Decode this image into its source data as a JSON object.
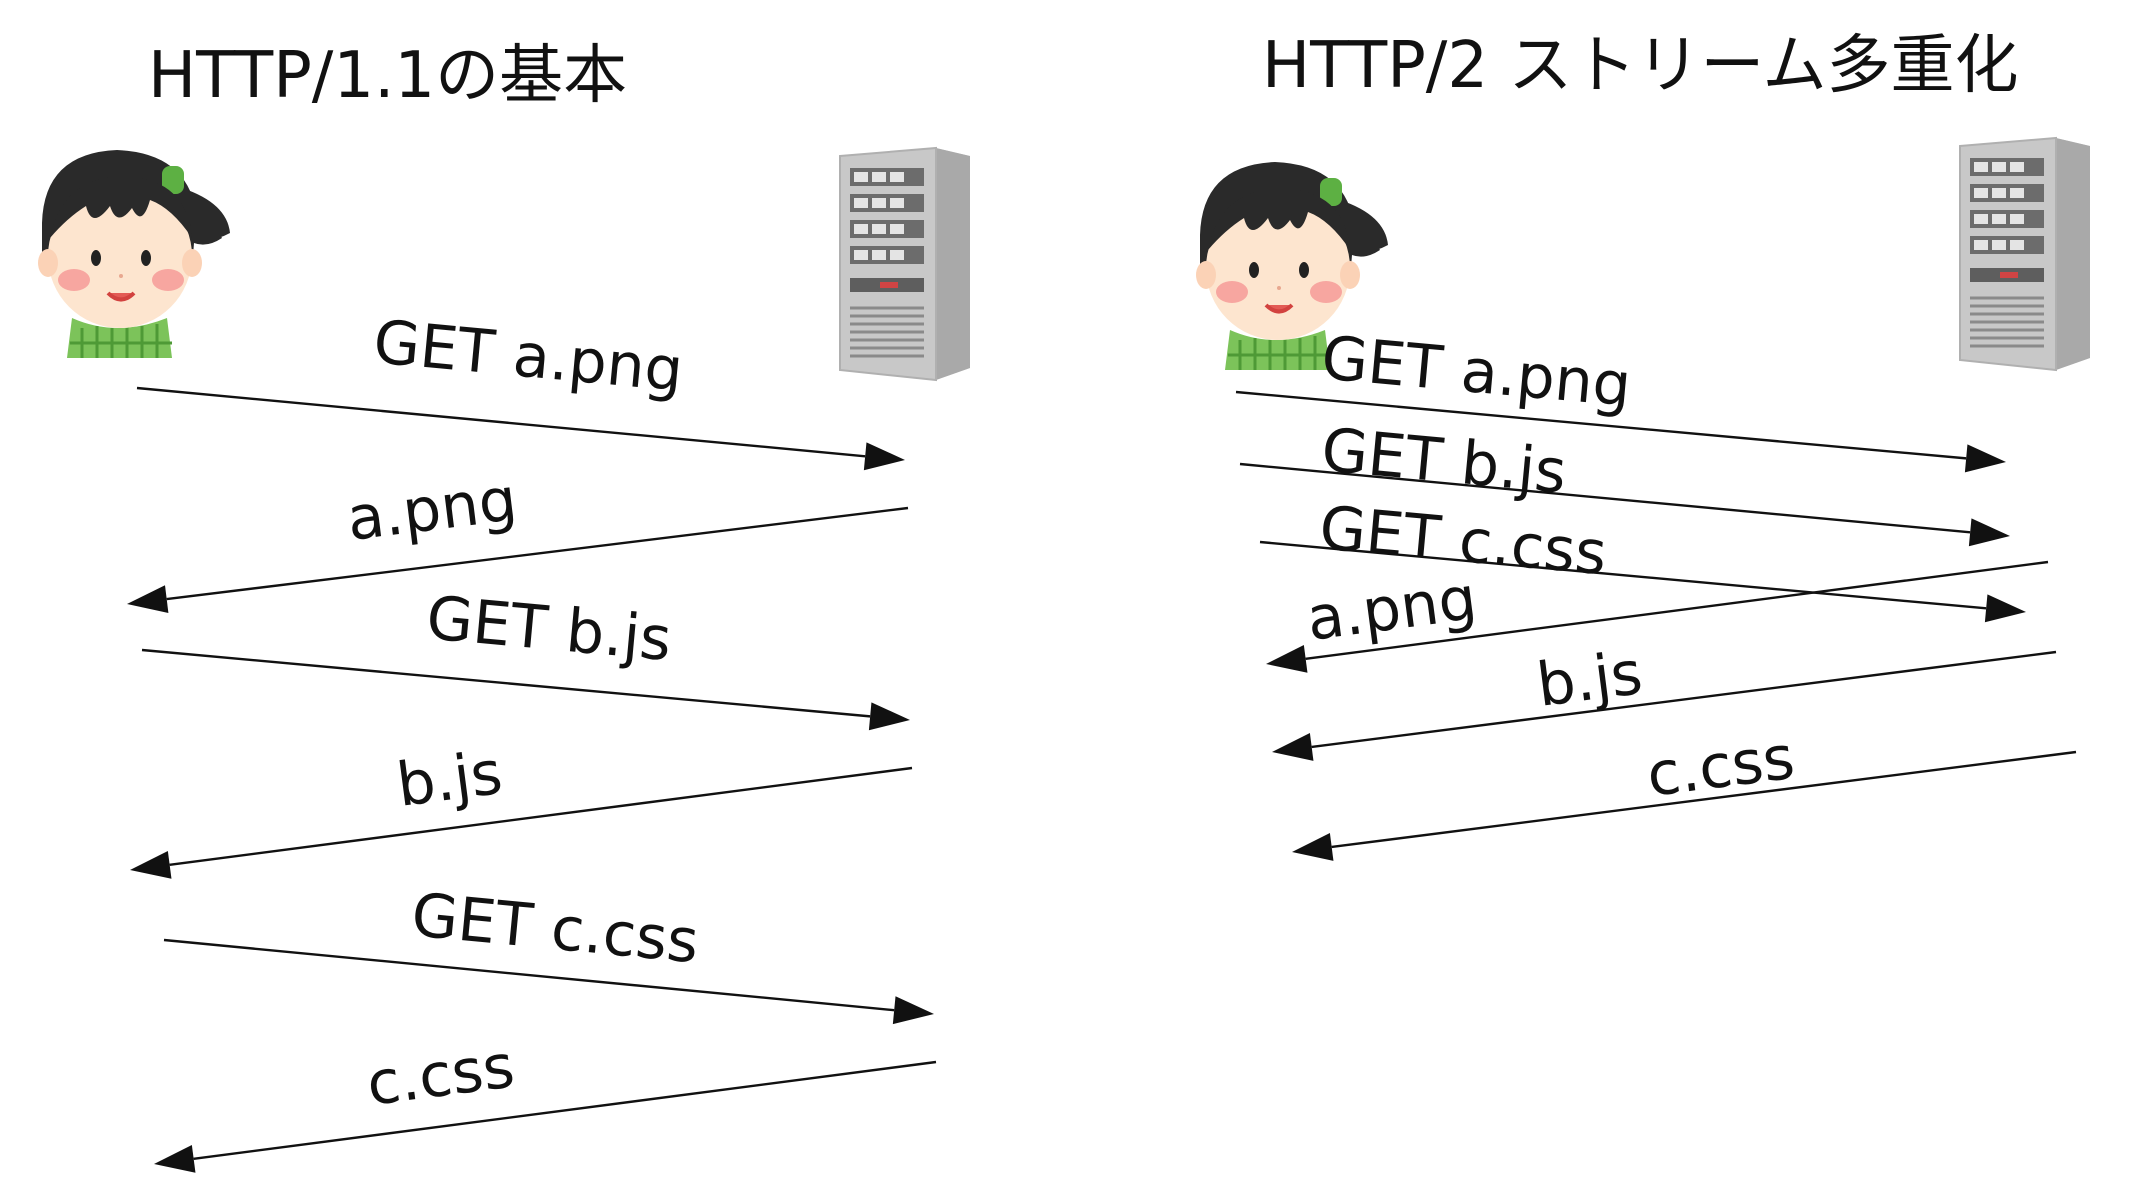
{
  "left": {
    "title": "HTTP/1.1の基本",
    "messages": [
      {
        "label": "GET a.png",
        "direction": "request"
      },
      {
        "label": "a.png",
        "direction": "response"
      },
      {
        "label": "GET b.js",
        "direction": "request"
      },
      {
        "label": "b.js",
        "direction": "response"
      },
      {
        "label": "GET c.css",
        "direction": "request"
      },
      {
        "label": "c.css",
        "direction": "response"
      }
    ]
  },
  "right": {
    "title": "HTTP/2 ストリーム多重化",
    "messages": [
      {
        "label": "GET a.png",
        "direction": "request"
      },
      {
        "label": "GET b.js",
        "direction": "request"
      },
      {
        "label": "GET c.css",
        "direction": "request"
      },
      {
        "label": "a.png",
        "direction": "response"
      },
      {
        "label": "b.js",
        "direction": "response"
      },
      {
        "label": "c.css",
        "direction": "response"
      }
    ]
  },
  "icons": {
    "client": "girl-client-icon",
    "server": "server-tower-icon"
  }
}
